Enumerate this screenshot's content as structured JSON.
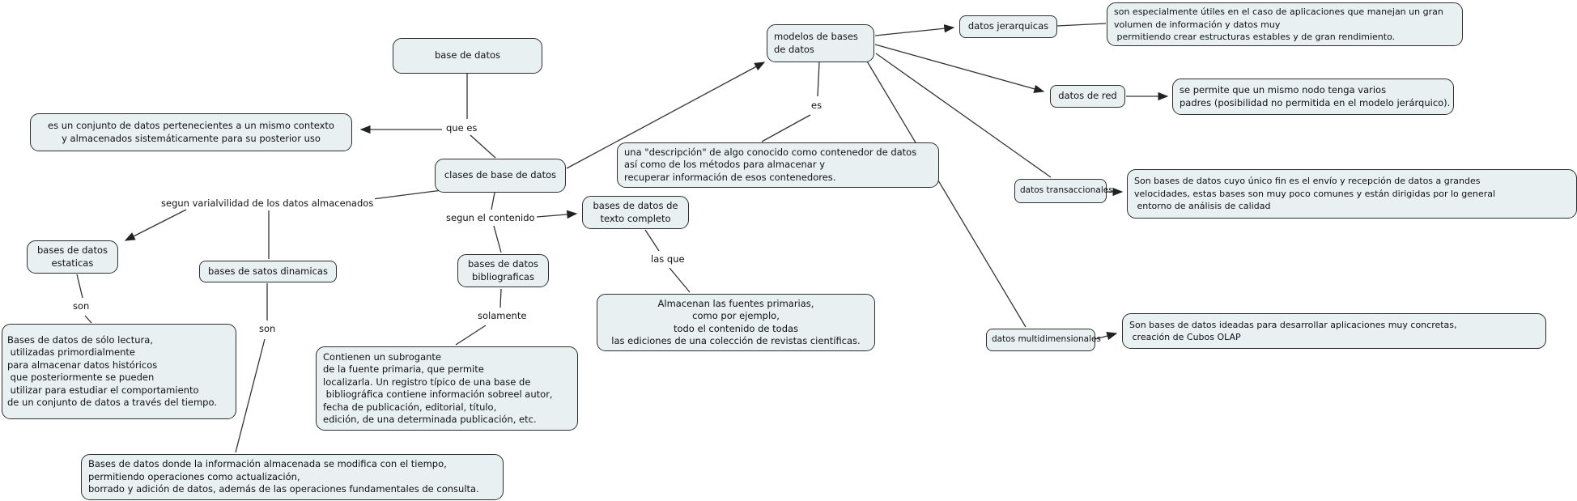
{
  "colors": {
    "background": "#ffffff",
    "node_fill": "#e9f0f2",
    "node_border": "#2e2e2e",
    "edge": "#333333",
    "text": "#111111"
  },
  "nodes": {
    "base": "base de datos",
    "definicion": "es un conjunto de datos pertenecientes a un mismo contexto\ny almacenados sistemáticamente para su posterior uso",
    "clases": "clases de base de datos",
    "modelos": "modelos de bases\nde datos",
    "jerarquicas": "datos jerarquicas",
    "jerarquicas_desc": "son especialmente útiles en el caso de aplicaciones que manejan un gran\nvolumen de información y datos muy\n permitiendo crear estructuras estables y de gran rendimiento.",
    "red": "datos de red",
    "red_desc": "se permite que un mismo nodo tenga varios\npadres (posibilidad no permitida en el modelo jerárquico).",
    "descripcion": "una \"descripción\" de algo conocido como contenedor de datos\nasí como de los métodos para almacenar y\nrecuperar información de esos contenedores.",
    "transaccionales": "datos transaccionales",
    "transaccionales_desc": "Son bases de datos cuyo único fin es el envío y recepción de datos a grandes\nvelocidades, estas bases son muy poco comunes y están dirigidas por lo general\n entorno de análisis de calidad",
    "texto_completo": "bases de datos de\ntexto completo",
    "texto_completo_desc": "Almacenan las fuentes primarias,\ncomo por ejemplo,\ntodo el contenido de todas\nlas ediciones de una colección de revistas científicas.",
    "bibliograficas": "bases de datos\nbibliograficas",
    "bibliograficas_desc": "Contienen un subrogante\nde la fuente primaria, que permite\nlocalizarla. Un registro típico de una base de\n bibliográfica contiene información sobreel autor,\nfecha de publicación, editorial, título,\nedición, de una determinada publicación, etc.",
    "estaticas": "bases de datos\nestaticas",
    "estaticas_desc": "Bases de datos de sólo lectura,\n utilizadas primordialmente\npara almacenar datos históricos\n que posteriormente se pueden\n utilizar para estudiar el comportamiento\nde un conjunto de datos a través del tiempo.",
    "dinamicas": "bases de satos dinamicas",
    "dinamicas_desc": "Bases de datos donde la información almacenada se modifica con el tiempo,\npermitiendo operaciones como actualización,\nborrado y adición de datos, además de las operaciones fundamentales de consulta.",
    "multidimensionales": "datos multidimensionales",
    "multidimensionales_desc": "Son bases de datos ideadas para desarrollar aplicaciones muy concretas,\n creación de Cubos OLAP"
  },
  "link_labels": {
    "que_es": "que es",
    "es": "es",
    "segun_variabilidad": "segun varialvilidad de los datos almacenados",
    "segun_contenido": "segun el contenido",
    "las_que": "las que",
    "solamente": "solamente",
    "son_estaticas": "son",
    "son_dinamicas": "son"
  }
}
